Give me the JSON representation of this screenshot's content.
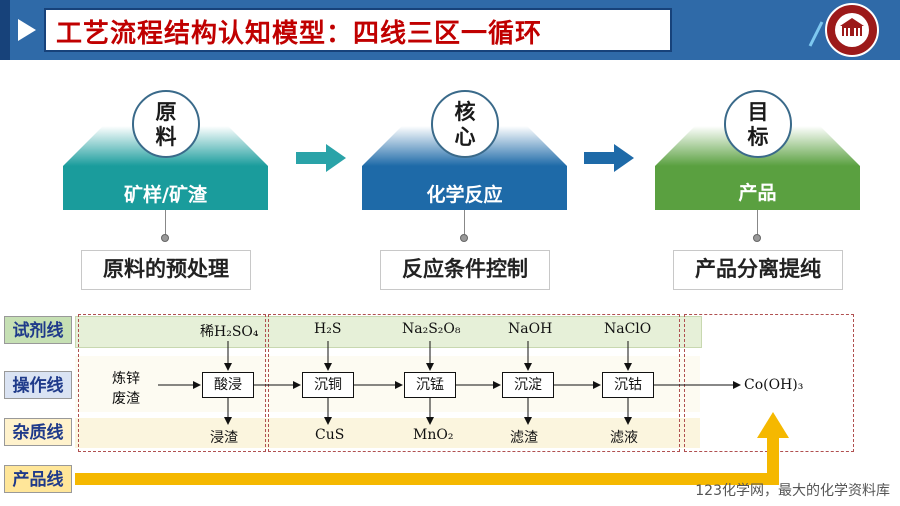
{
  "header": {
    "title": "工艺流程结构认知模型：四线三区一循环"
  },
  "stages": [
    {
      "circle": "原\n料",
      "band": "矿样/矿渣",
      "desc": "原料的预处理",
      "color": "#1a9c9c"
    },
    {
      "circle": "核\n心",
      "band": "化学反应",
      "desc": "反应条件控制",
      "color": "#1e6aa8"
    },
    {
      "circle": "目\n标",
      "band": "产品",
      "desc": "产品分离提纯",
      "color": "#5aa040"
    }
  ],
  "lines": {
    "reagent_label": "试剂线",
    "operation_label": "操作线",
    "impurity_label": "杂质线",
    "product_label": "产品线"
  },
  "process": {
    "raw_material": [
      "炼锌",
      "废渣"
    ],
    "reagents": [
      "稀H₂SO₄",
      "H₂S",
      "Na₂S₂O₈",
      "NaOH",
      "NaClO"
    ],
    "steps": [
      "酸浸",
      "沉铜",
      "沉锰",
      "沉淀",
      "沉钴"
    ],
    "impurities": [
      "浸渣",
      "CuS",
      "MnO₂",
      "滤渣",
      "滤液"
    ],
    "product": "Co(OH)₃"
  },
  "watermark": "123化学网，最大的化学资料库",
  "colors": {
    "header": "#2f6aa8",
    "title_text": "#c00000",
    "product_arrow": "#f5b800",
    "flow_arrow": "#2aa3a8"
  }
}
